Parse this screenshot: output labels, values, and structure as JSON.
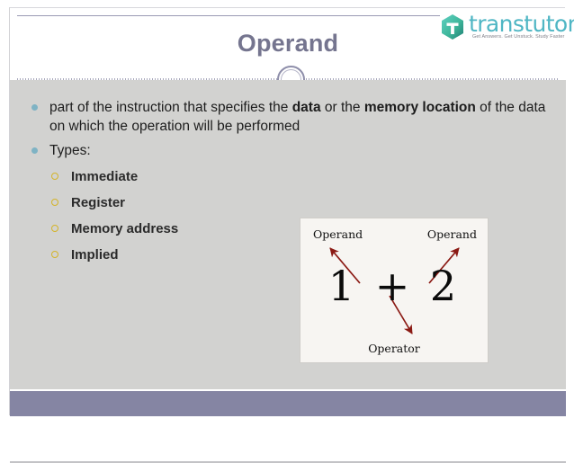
{
  "slide": {
    "title": "Operand",
    "brand": {
      "name": "transtutors",
      "tagline": "Get Answers. Get Unstuck. Study Faster",
      "mark_icon": "hexagon-t-logo-icon",
      "mark_color": "#3fb79b",
      "word_color": "#4fb6c4"
    },
    "accent_colors": {
      "title": "#75758f",
      "bullet_dot": "#7fb3c4",
      "sub_bullet_ring": "#d4b429",
      "footer_band": "#8585a3",
      "body_background": "#d2d2d0"
    },
    "bullets": [
      {
        "prefix": "part of the instruction that specifies the ",
        "bold1": "data",
        "middle": " or the ",
        "bold2": "memory location",
        "suffix": " of the data on which the operation will be performed"
      },
      {
        "text": "Types:"
      }
    ],
    "sub_bullets": [
      {
        "label": "Immediate"
      },
      {
        "label": "Register"
      },
      {
        "label": "Memory address"
      },
      {
        "label": "Implied"
      }
    ],
    "picture": {
      "expression": "1 + 2",
      "label_left": "Operand",
      "label_right": "Operand",
      "label_bottom": "Operator",
      "arrow_color": "#8b1a14"
    }
  }
}
